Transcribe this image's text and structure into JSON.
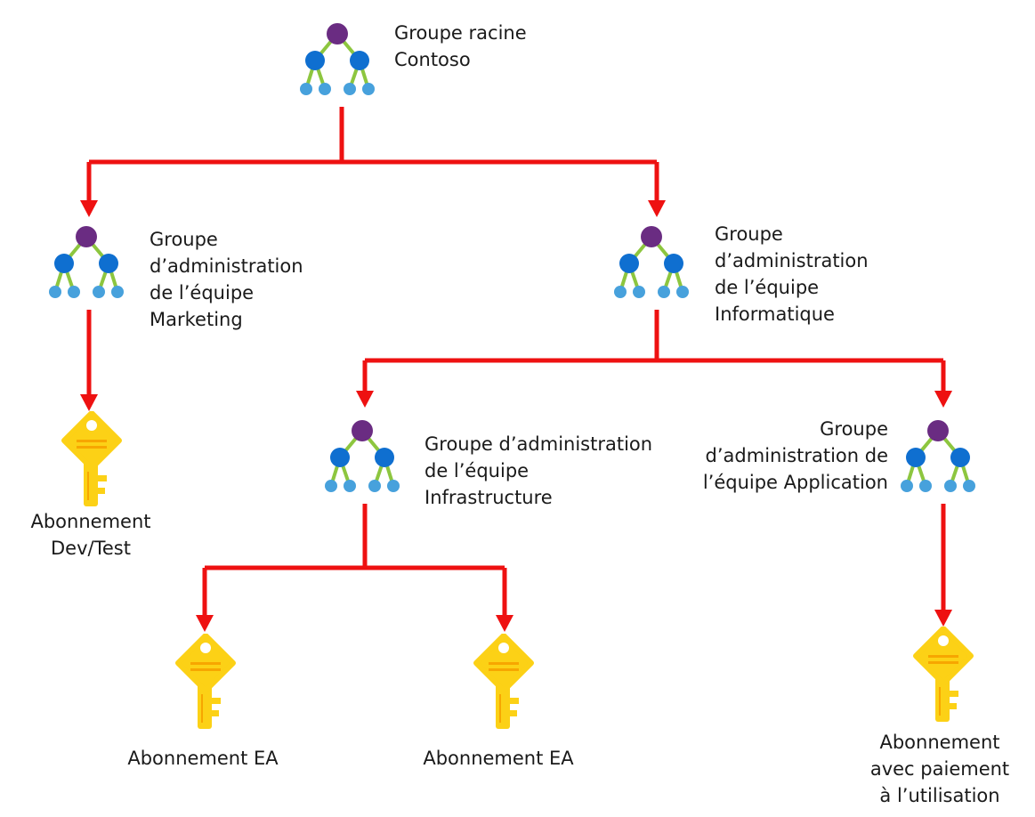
{
  "colors": {
    "connector": "#ee1111",
    "mg_top": "#6a2c82",
    "mg_mid": "#0f6fd0",
    "mg_leaf": "#47a1dc",
    "mg_edge": "#8dc63f",
    "key_body": "#fcd116",
    "key_accent": "#f7a600"
  },
  "icons": {
    "management_group": "management-group-icon",
    "subscription": "key-icon"
  },
  "nodes": {
    "root": {
      "label": "Groupe racine\nContoso"
    },
    "marketing": {
      "label": "Groupe\nd’administration\nde l’équipe\nMarketing"
    },
    "it": {
      "label": "Groupe\nd’administration\nde l’équipe\nInformatique"
    },
    "infra": {
      "label": "Groupe d’administration\nde l’équipe\nInfrastructure"
    },
    "app": {
      "label": "Groupe\nd’administration de\nl’équipe Application"
    },
    "sub_devtest": {
      "label": "Abonnement\nDev/Test"
    },
    "sub_ea1": {
      "label": "Abonnement EA"
    },
    "sub_ea2": {
      "label": "Abonnement EA"
    },
    "sub_payg": {
      "label": "Abonnement\navec paiement\nà l’utilisation"
    }
  }
}
